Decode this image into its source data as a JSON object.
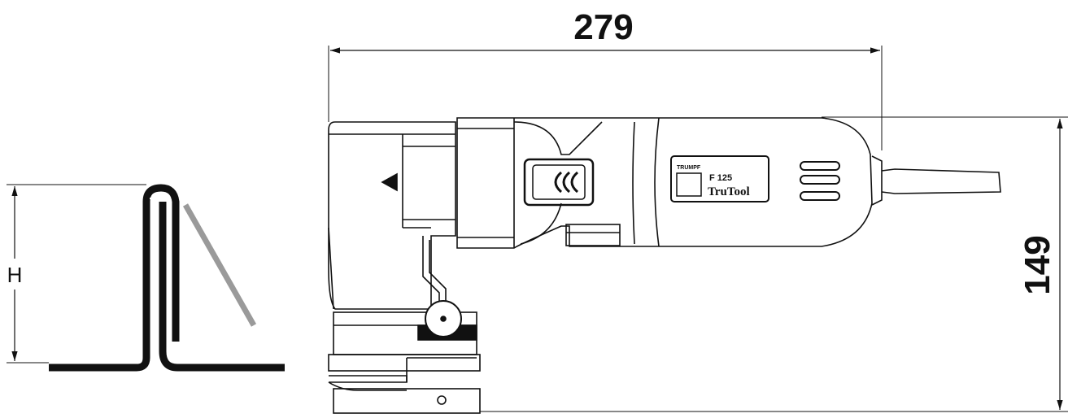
{
  "dimensions": {
    "length": "279",
    "height": "149"
  },
  "profile": {
    "height_label": "H"
  },
  "tool": {
    "brand_top": "TRUMPF",
    "model": "F 125",
    "name": "TruTool"
  },
  "colors": {
    "line": "#111111",
    "profile_fill": "#111111",
    "guide_line": "#9a9a9a"
  }
}
